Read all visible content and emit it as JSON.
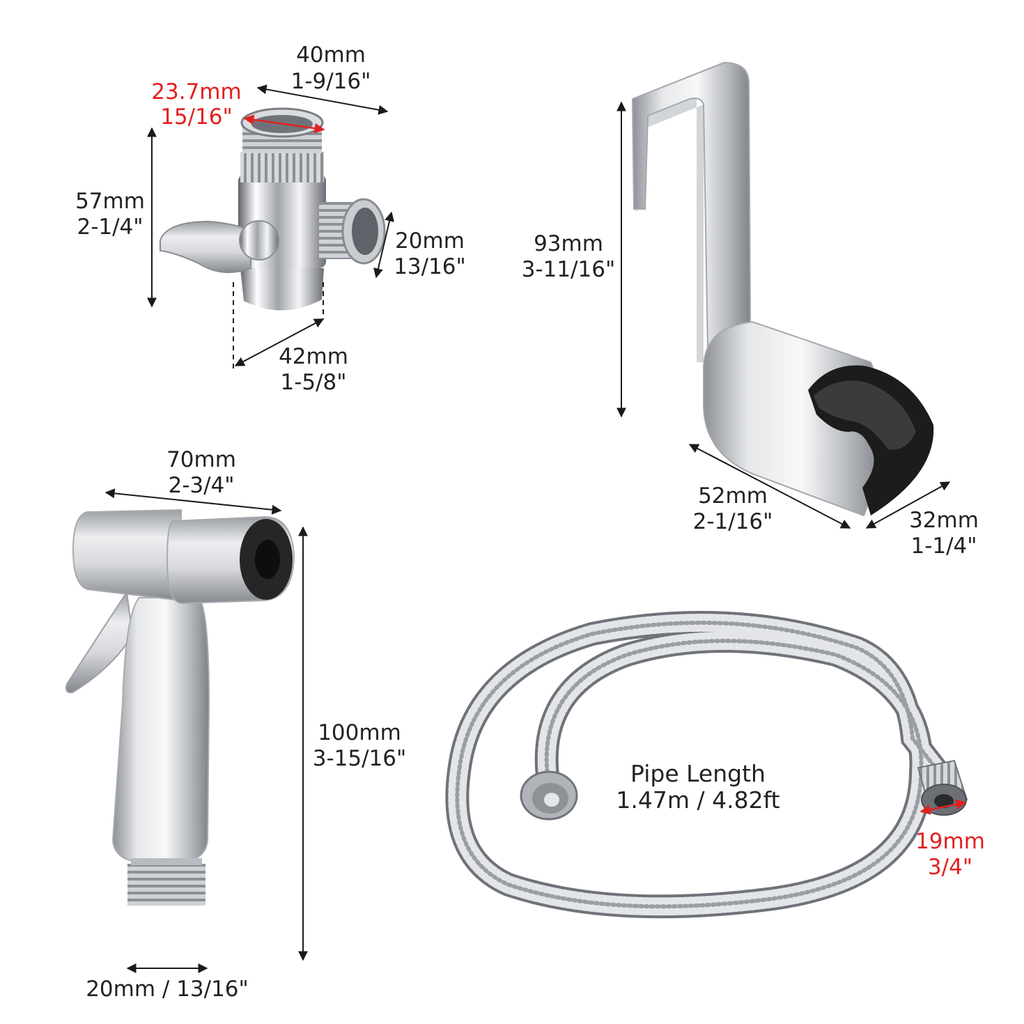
{
  "diverter_valve": {
    "top_width": [
      "40mm",
      "1-9/16\""
    ],
    "inner_diameter": [
      "23.7mm",
      "15/16\""
    ],
    "height": [
      "57mm",
      "2-1/4\""
    ],
    "outlet": [
      "20mm",
      "13/16\""
    ],
    "depth": [
      "42mm",
      "1-5/8\""
    ]
  },
  "holder": {
    "height": [
      "93mm",
      "3-11/16\""
    ],
    "depth": [
      "52mm",
      "2-1/16\""
    ],
    "width": [
      "32mm",
      "1-1/4\""
    ]
  },
  "sprayer": {
    "length": [
      "70mm",
      "2-3/4\""
    ],
    "height": [
      "100mm",
      "3-15/16\""
    ],
    "thread": "20mm / 13/16\""
  },
  "hose": {
    "title": "Pipe Length",
    "length": "1.47m / 4.82ft",
    "fitting": [
      "19mm",
      "3/4\""
    ]
  },
  "colors": {
    "accent_red": "#e32020",
    "steel": "#b9bcc0",
    "text": "#222222"
  }
}
